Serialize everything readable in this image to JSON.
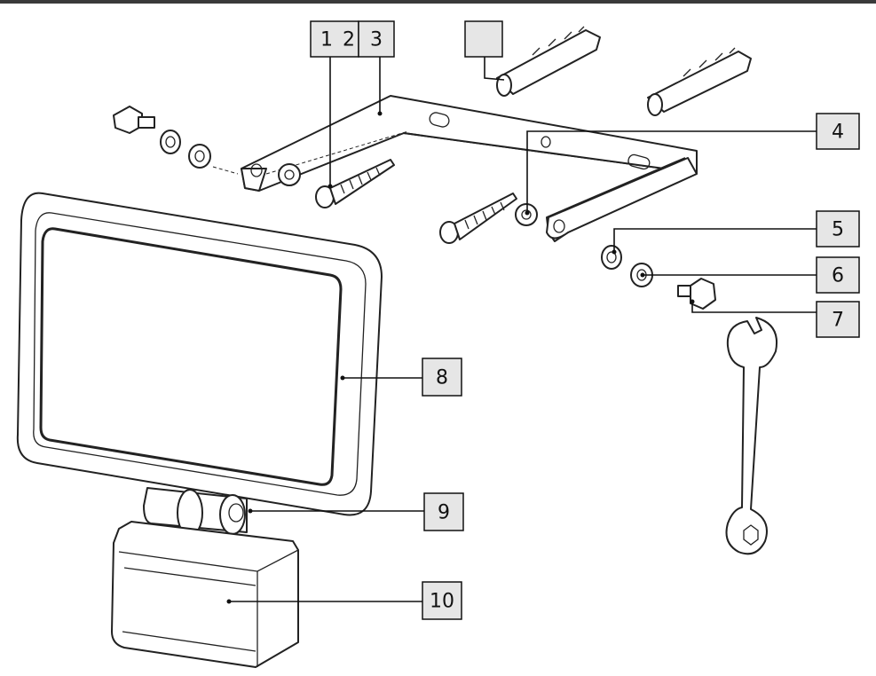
{
  "diagram": {
    "colors": {
      "line": "#222222",
      "callout_fill": "#e6e6e6",
      "top_bar": "#3a3a3a"
    },
    "callouts": [
      {
        "id": "1",
        "label": "1"
      },
      {
        "id": "2",
        "label": "2"
      },
      {
        "id": "3",
        "label": "3"
      },
      {
        "id": "blank",
        "label": ""
      },
      {
        "id": "4",
        "label": "4"
      },
      {
        "id": "5",
        "label": "5"
      },
      {
        "id": "6",
        "label": "6"
      },
      {
        "id": "7",
        "label": "7"
      },
      {
        "id": "8",
        "label": "8"
      },
      {
        "id": "9",
        "label": "9"
      },
      {
        "id": "10",
        "label": "10"
      }
    ]
  }
}
